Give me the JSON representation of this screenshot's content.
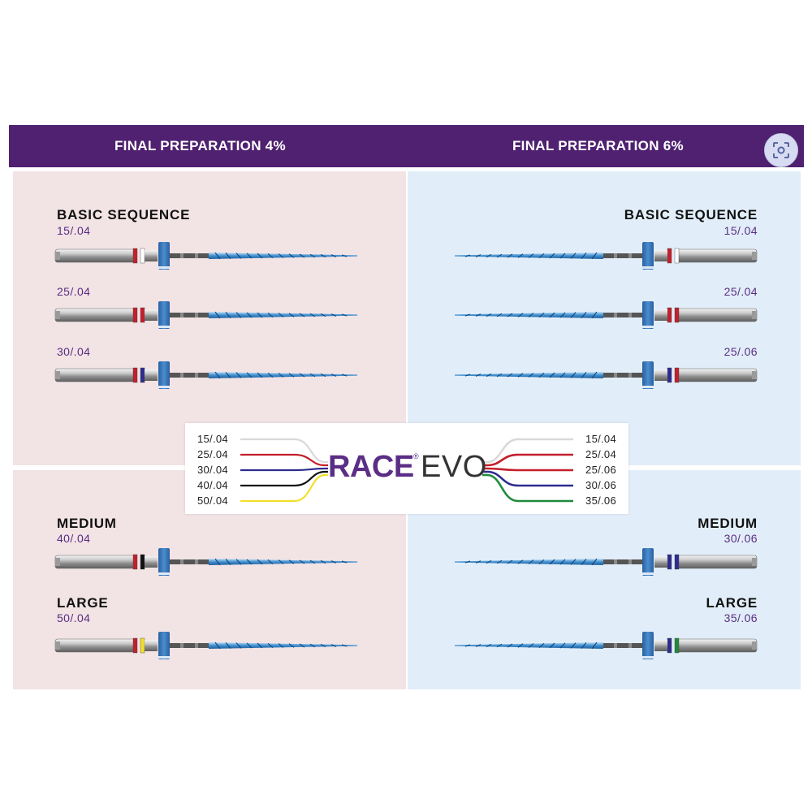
{
  "header": {
    "left_title": "FINAL PREPARATION 4%",
    "right_title": "FINAL PREPARATION 6%",
    "lens_icon": "lens-scan-icon"
  },
  "left": {
    "basic_title": "BASIC SEQUENCE",
    "medium_title": "MEDIUM",
    "large_title": "LARGE",
    "files": [
      {
        "size": "15/.04",
        "rings": [
          "#c41f2b",
          "#ffffff"
        ]
      },
      {
        "size": "25/.04",
        "rings": [
          "#c41f2b",
          "#c41f2b"
        ]
      },
      {
        "size": "30/.04",
        "rings": [
          "#c41f2b",
          "#2e2c8f"
        ]
      },
      {
        "size": "40/.04",
        "rings": [
          "#c41f2b",
          "#111111"
        ]
      },
      {
        "size": "50/.04",
        "rings": [
          "#c41f2b",
          "#f2df2b"
        ]
      }
    ]
  },
  "right": {
    "basic_title": "BASIC SEQUENCE",
    "medium_title": "MEDIUM",
    "large_title": "LARGE",
    "files": [
      {
        "size": "15/.04",
        "rings": [
          "#ffffff",
          "#c41f2b"
        ]
      },
      {
        "size": "25/.04",
        "rings": [
          "#c41f2b",
          "#c41f2b"
        ]
      },
      {
        "size": "25/.06",
        "rings": [
          "#c41f2b",
          "#2e2c8f"
        ]
      },
      {
        "size": "30/.06",
        "rings": [
          "#2e2c8f",
          "#2e2c8f"
        ]
      },
      {
        "size": "35/.06",
        "rings": [
          "#1f8a3a",
          "#2e2c8f"
        ]
      }
    ]
  },
  "legend": {
    "left_items": [
      {
        "label": "15/.04",
        "color": "#d9d9d9"
      },
      {
        "label": "25/.04",
        "color": "#c41f2b"
      },
      {
        "label": "30/.04",
        "color": "#2e2c8f"
      },
      {
        "label": "40/.04",
        "color": "#111111"
      },
      {
        "label": "50/.04",
        "color": "#f2df2b"
      }
    ],
    "right_items": [
      {
        "label": "15/.04",
        "color": "#d9d9d9"
      },
      {
        "label": "25/.04",
        "color": "#c41f2b"
      },
      {
        "label": "25/.06",
        "color": "#c41f2b"
      },
      {
        "label": "30/.06",
        "color": "#2e2c8f"
      },
      {
        "label": "35/.06",
        "color": "#1f8a3a"
      }
    ],
    "logo_race": "RACE",
    "logo_reg": "®",
    "logo_evo": "EVO"
  },
  "colors": {
    "header_bg": "#4f2170",
    "left_bg": "#f2e3e5",
    "right_bg": "#e1eef9",
    "size_text": "#5a2d82",
    "stopper_blue": "#2f6fb6"
  }
}
